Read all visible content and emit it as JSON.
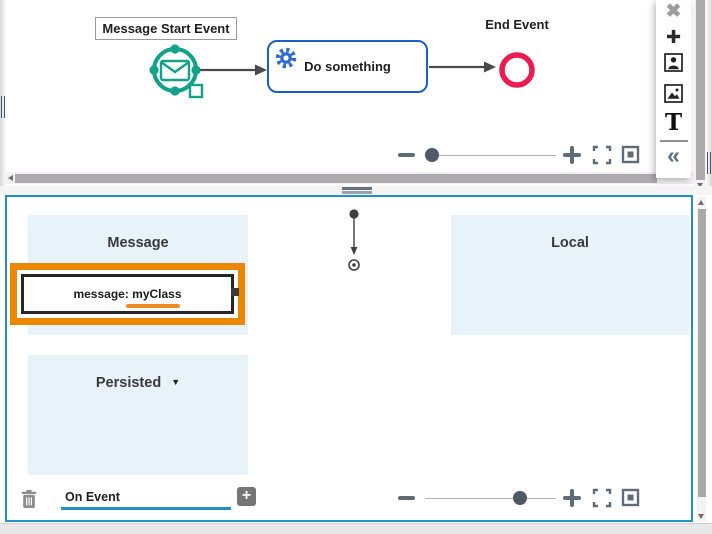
{
  "diagram": {
    "start_event_label": "Message Start Event",
    "task_label": "Do something",
    "end_event_label": "End Event"
  },
  "side_toolbar": {
    "close_glyph": "✖",
    "add_glyph": "✚",
    "text_glyph": "T",
    "collapse_glyph": "«",
    "icon_names": [
      "close-icon",
      "add-shape-icon",
      "add-user-shape-icon",
      "add-image-shape-icon",
      "add-text-icon",
      "collapse-panel-icon"
    ]
  },
  "event_editor": {
    "message_section_title": "Message",
    "local_section_title": "Local",
    "persisted_section_title": "Persisted",
    "persisted_caret_glyph": "▼",
    "selected_variable_label": "message: myClass",
    "event_tab_label": "On Event",
    "add_button_glyph": "+"
  },
  "zoom_controls": {
    "top_level_fraction": "0.05",
    "bottom_level_fraction": "0.70"
  },
  "colors": {
    "event_teal": "#12a287",
    "task_border_blue": "#1a5fc8",
    "end_event_red": "#ee1a52",
    "panel_border_blue": "#2191c6",
    "section_bg_blue": "#e7f2f9",
    "selection_orange": "#ee8700",
    "variable_underline_orange": "#f08a24",
    "field_underline_blue": "#2191c6",
    "control_gray": "#5f6b76"
  }
}
